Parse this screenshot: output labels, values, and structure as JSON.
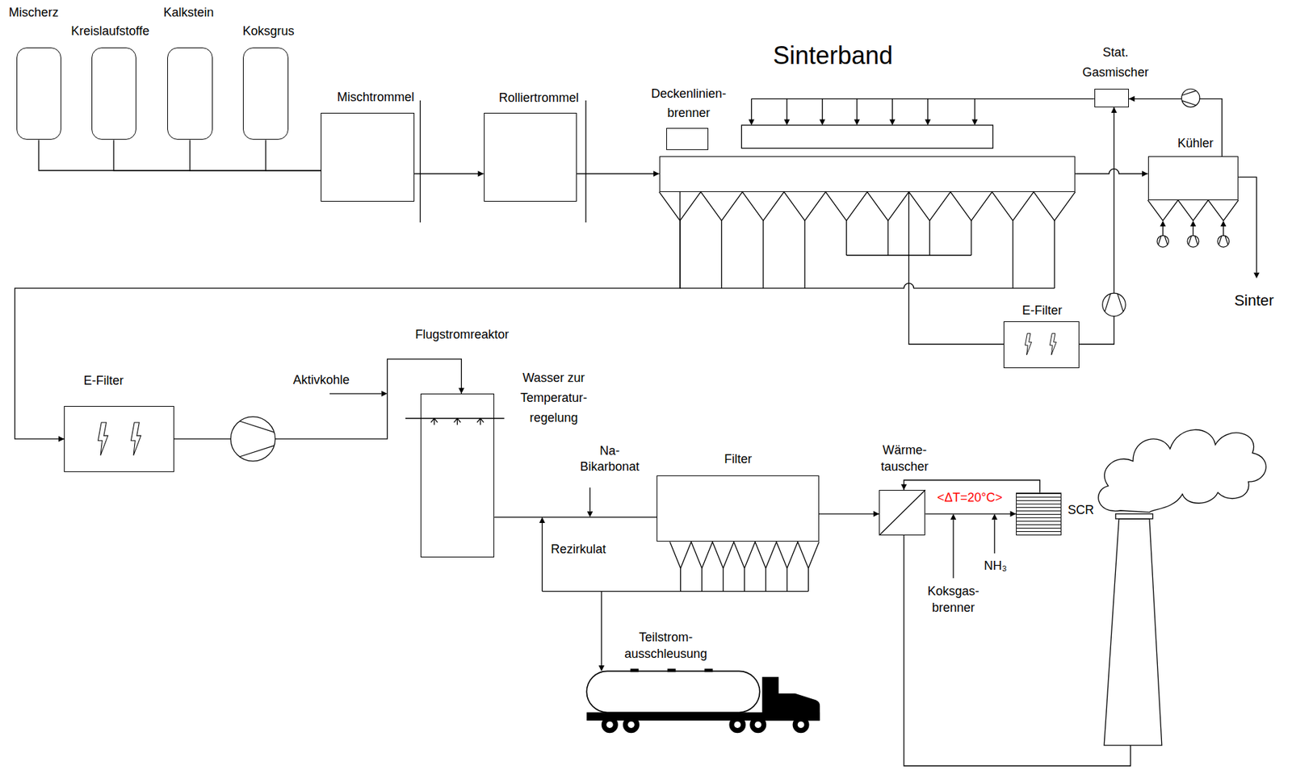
{
  "diagram": {
    "nodes": [
      {
        "text": [
          "Mischerz"
        ]
      },
      {
        "text": [
          "Kreislaufstoffe"
        ]
      },
      {
        "text": [
          "Kalkstein"
        ]
      },
      {
        "text": [
          "Koksgrus"
        ]
      },
      {
        "text": [
          "Mischtrommel"
        ]
      },
      {
        "text": [
          "Rolliertrommel"
        ]
      },
      {
        "text": [
          "Deckenlinien- brenner"
        ]
      },
      {
        "text": [
          "Sinterband"
        ]
      },
      {
        "text": [
          "Stat. Gasmischer"
        ]
      },
      {
        "text": [
          "Kühler"
        ]
      },
      {
        "text": [
          "E-Filter"
        ]
      },
      {
        "text": [
          "E-Filter"
        ]
      },
      {
        "text": [
          "Flugstromreaktor"
        ]
      },
      {
        "text": [
          "Filter"
        ]
      },
      {
        "text": [
          "Wärme- tauscher"
        ]
      },
      {
        "text": [
          "SCR"
        ]
      }
    ],
    "edges": [
      {
        "from": 0,
        "to": 4,
        "arrow": "none"
      },
      {
        "from": 1,
        "to": 4,
        "arrow": "none"
      },
      {
        "from": 2,
        "to": 4,
        "arrow": "none"
      },
      {
        "from": 3,
        "to": 4,
        "arrow": "none"
      },
      {
        "from": 4,
        "to": 5,
        "arrow": "to"
      },
      {
        "from": 5,
        "to": 7,
        "arrow": "to"
      },
      {
        "from": 7,
        "to": 9,
        "arrow": "to"
      },
      {
        "from": 9,
        "to": 8,
        "arrow": "to"
      },
      {
        "from": 7,
        "to": 10,
        "arrow": "none"
      },
      {
        "from": 10,
        "to": 8,
        "arrow": "to"
      },
      {
        "from": 7,
        "to": 11,
        "arrow": "to"
      },
      {
        "from": 11,
        "to": 12,
        "arrow": "to"
      },
      {
        "from": 12,
        "to": 13,
        "arrow": "none"
      },
      {
        "from": 13,
        "to": 14,
        "arrow": "to"
      },
      {
        "from": 14,
        "to": 15,
        "arrow": "to"
      },
      {
        "from": 15,
        "to": 14,
        "arrow": "to"
      }
    ],
    "labels": [
      "Sinter",
      "Aktivkohle",
      "Wasser zur Temperatur- regelung",
      "Na- Bikarbonat",
      "<ΔT=20°C>",
      "Rezirkulat",
      "NH₃",
      "Koksgas- brenner",
      "Teilstrom- ausschleusung"
    ]
  }
}
